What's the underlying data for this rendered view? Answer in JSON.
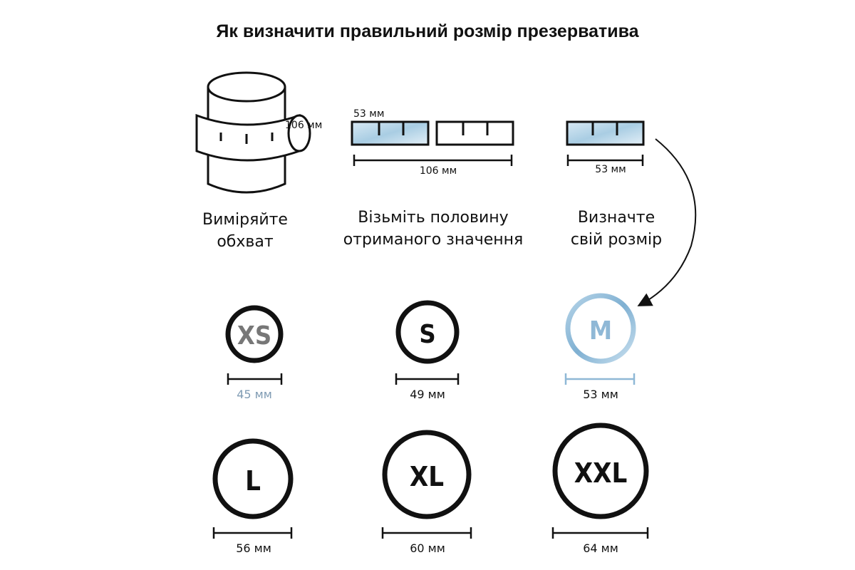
{
  "title": "Як визначити правильний розмір презерватива",
  "steps": [
    {
      "label_line1": "Виміряйте",
      "label_line2": "обхват",
      "measure": "106 мм"
    },
    {
      "label_line1": "Візьміть половину",
      "label_line2": "отриманого значення",
      "measure_half": "53 мм",
      "measure_full": "106 мм"
    },
    {
      "label_line1": "Визначте",
      "label_line2": "свій розмір",
      "measure": "53 мм"
    }
  ],
  "sizes": [
    {
      "code": "XS",
      "width": "45 мм",
      "state": "muted"
    },
    {
      "code": "S",
      "width": "49 мм",
      "state": "normal"
    },
    {
      "code": "M",
      "width": "53 мм",
      "state": "highlight"
    },
    {
      "code": "L",
      "width": "56 мм",
      "state": "normal"
    },
    {
      "code": "XL",
      "width": "60 мм",
      "state": "normal"
    },
    {
      "code": "XXL",
      "width": "64 мм",
      "state": "normal"
    }
  ],
  "colors": {
    "highlight": "#8fb8d6",
    "muted": "#7f9bb3",
    "ink": "#111111",
    "xs_text": "#777777"
  }
}
